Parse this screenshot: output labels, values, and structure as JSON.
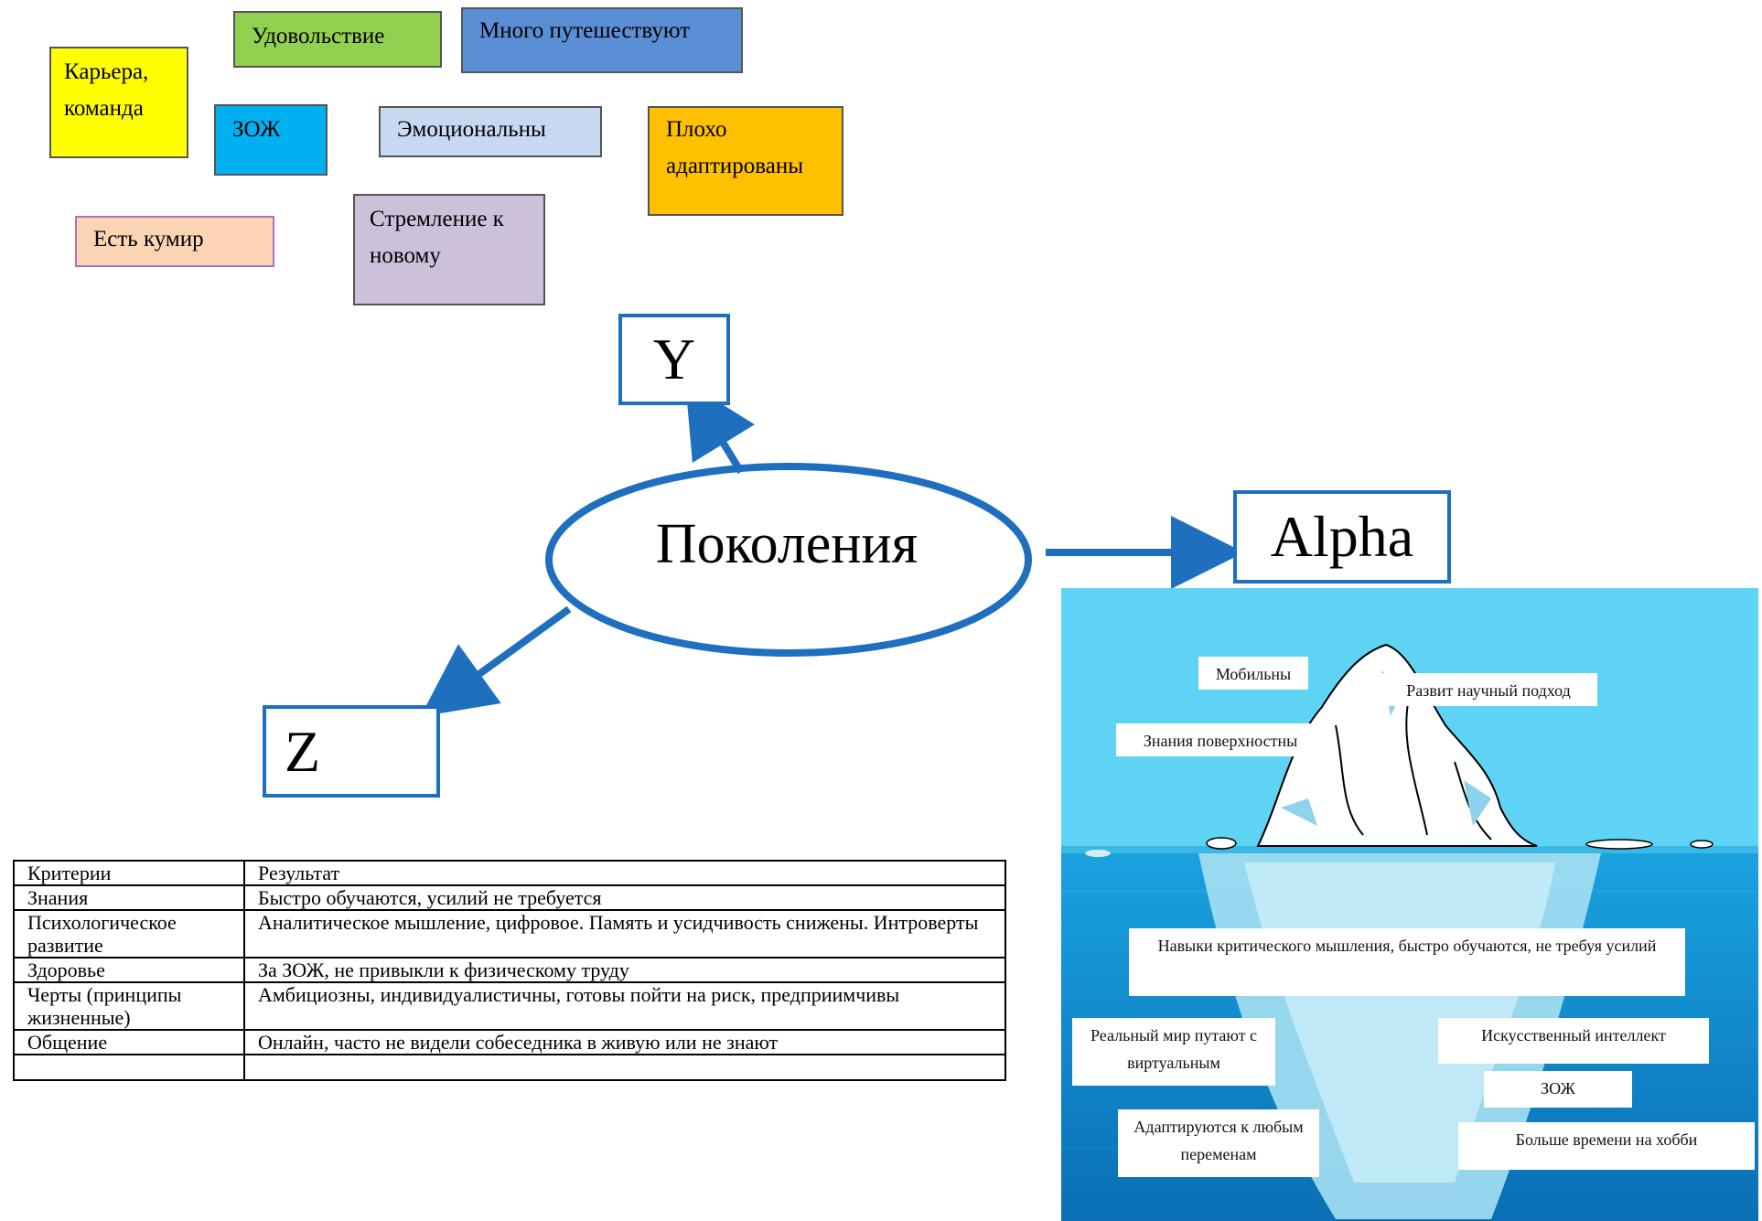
{
  "colors": {
    "arrow_blue": "#1f6fbf",
    "yellow": "#ffff00",
    "green": "#92d050",
    "blue": "#5a8fd6",
    "cyan": "#00b0f0",
    "light_blue": "#c6d9f1",
    "orange": "#ffc000",
    "peach": "#fbd4b4",
    "lavender": "#ccc0da",
    "sky": "#5fd3f3",
    "deep_sea": "#0a7fc2"
  },
  "stickies": {
    "career": "Карьера, команда",
    "pleasure": "Удовольствие",
    "travel": "Много путешествуют",
    "healthy": "ЗОЖ",
    "emotional": "Эмоциональны",
    "poorly_adapted": "Плохо адаптированы",
    "idol": "Есть кумир",
    "novelty": "Стремление к новому"
  },
  "diagram": {
    "center": "Поколения",
    "gen_y": "Y",
    "gen_z": "Z",
    "gen_alpha": "Alpha"
  },
  "table": {
    "headers": [
      "Критерии",
      "Результат"
    ],
    "rows": [
      [
        "Знания",
        "Быстро обучаются, усилий  не требуется"
      ],
      [
        "Психологическое развитие",
        "Аналитическое мышление, цифровое. Память и усидчивость снижены. Интроверты"
      ],
      [
        "Здоровье",
        "За ЗОЖ,  не привыкли к физическому труду"
      ],
      [
        "Черты (принципы жизненные)",
        "Амбициозны, индивидуалистичны,  готовы пойти на риск, предприимчивы"
      ],
      [
        "Общение",
        "Онлайн, часто не видели собеседника в живую или не знают"
      ],
      [
        "",
        ""
      ]
    ]
  },
  "iceberg": {
    "above": {
      "mobile": "Мобильны",
      "scientific": "Развит научный подход",
      "superficial": "Знания поверхностны"
    },
    "below": {
      "critical": "Навыки критического мышления, быстро обучаются, не требуя усилий",
      "virtual": "Реальный мир путают с виртуальным",
      "ai": "Искусственный интеллект",
      "healthy": "ЗОЖ",
      "adapt": "Адаптируются к любым переменам",
      "hobby": "Больше времени на  хобби"
    }
  }
}
